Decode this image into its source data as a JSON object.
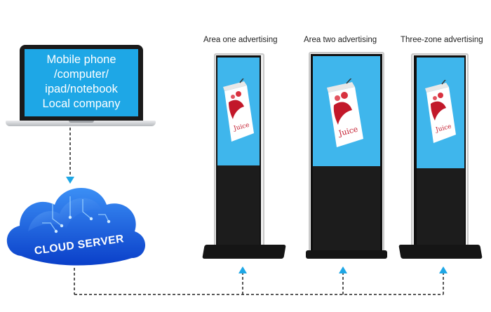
{
  "laptop": {
    "screen_lines": [
      "Mobile phone",
      "/computer/",
      "ipad/notebook",
      "Local company"
    ]
  },
  "cloud": {
    "label": "CLOUD SERVER"
  },
  "kiosks": [
    {
      "title": "Area one advertising"
    },
    {
      "title": "Area two advertising"
    },
    {
      "title": "Three-zone advertising"
    }
  ],
  "juice": {
    "brand": "Juice"
  },
  "colors": {
    "accent_blue": "#1ea7e6",
    "kiosk_screen": "#3fb6ec",
    "connector": "#222222",
    "arrow": "#1ea7e6"
  }
}
